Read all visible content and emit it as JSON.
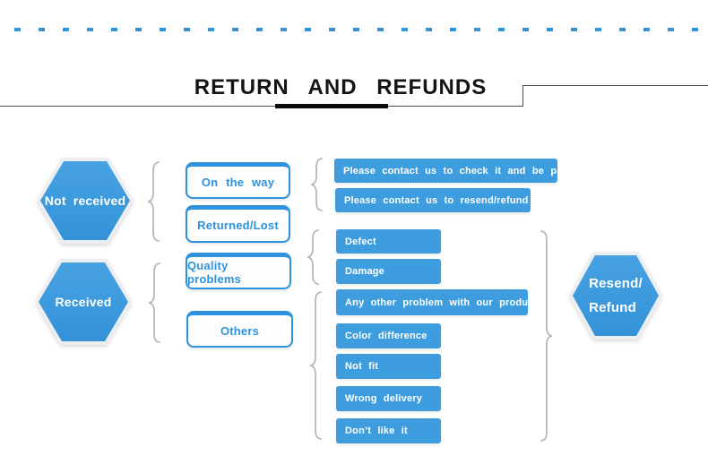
{
  "title": "RETURN AND REFUNDS",
  "colors": {
    "accent": "#2E93DC",
    "bar_fill": "#3E9DDF",
    "hex_fill": "#3E9CDF",
    "brace": "#b3b8bb",
    "dash": "#2E93D9"
  },
  "sources": [
    {
      "label": "Not received"
    },
    {
      "label": "Received"
    }
  ],
  "categories": [
    {
      "label": "On the way"
    },
    {
      "label": "Returned/Lost"
    },
    {
      "label": "Quality problems"
    },
    {
      "label": "Others"
    }
  ],
  "reasons": [
    {
      "label": "Please contact us to check it and be patient"
    },
    {
      "label": "Please contact us to resend/refund"
    },
    {
      "label": "Defect"
    },
    {
      "label": "Damage"
    },
    {
      "label": "Any other problem with our products"
    },
    {
      "label": "Color difference"
    },
    {
      "label": "Not fit"
    },
    {
      "label": "Wrong delivery"
    },
    {
      "label": "Don’t like it"
    }
  ],
  "outcome": {
    "line1": "Resend/",
    "line2": "Refund"
  }
}
